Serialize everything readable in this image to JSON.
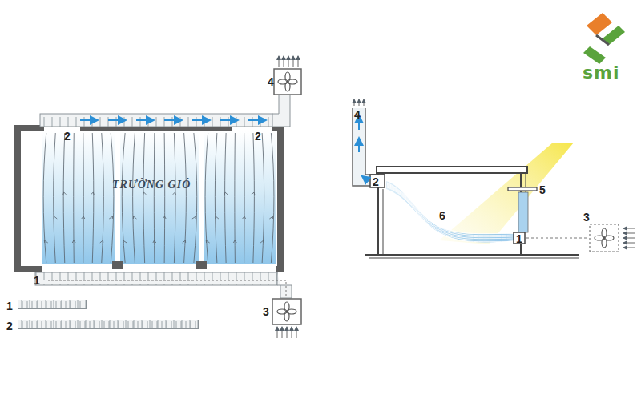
{
  "diagram": {
    "labels": [
      "4",
      "2",
      "2",
      "TRƯỜNG GIÓ",
      "1",
      "3",
      "4",
      "2",
      "5",
      "6",
      "1",
      "3",
      "smi"
    ],
    "legend": [
      {
        "text": "1"
      },
      {
        "text": "2"
      }
    ]
  }
}
